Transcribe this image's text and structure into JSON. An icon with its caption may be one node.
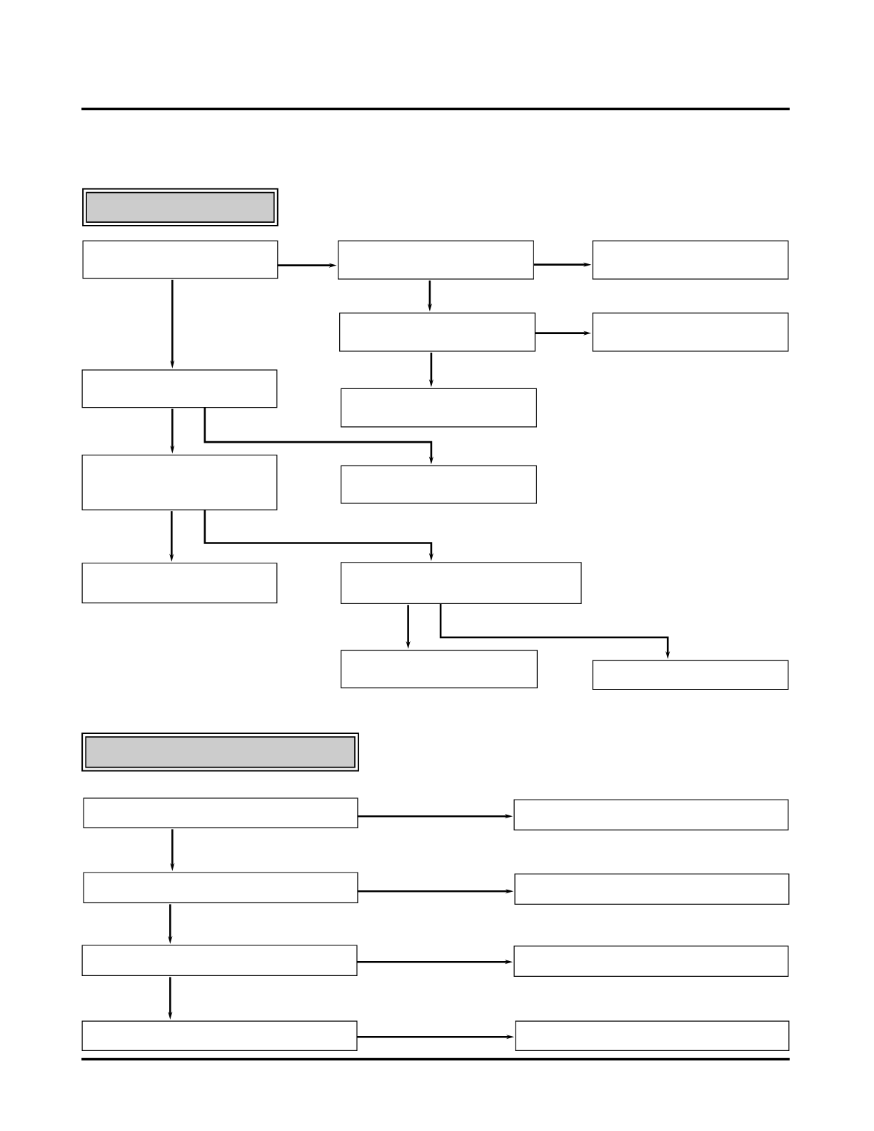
{
  "diagram": {
    "nodes": [
      {
        "text": [],
        "shape": "band"
      },
      {
        "text": [],
        "shape": "box"
      },
      {
        "text": [],
        "shape": "box"
      },
      {
        "text": [],
        "shape": "box"
      },
      {
        "text": [],
        "shape": "box"
      },
      {
        "text": [],
        "shape": "box"
      },
      {
        "text": [],
        "shape": "box"
      },
      {
        "text": [],
        "shape": "box"
      },
      {
        "text": [],
        "shape": "box"
      },
      {
        "text": [],
        "shape": "box"
      },
      {
        "text": [],
        "shape": "box"
      },
      {
        "text": [],
        "shape": "box"
      },
      {
        "text": [],
        "shape": "box"
      },
      {
        "text": [],
        "shape": "box"
      },
      {
        "text": [],
        "shape": "band"
      },
      {
        "text": [],
        "shape": "box"
      },
      {
        "text": [],
        "shape": "box"
      },
      {
        "text": [],
        "shape": "box"
      },
      {
        "text": [],
        "shape": "box"
      },
      {
        "text": [],
        "shape": "box"
      },
      {
        "text": [],
        "shape": "box"
      },
      {
        "text": [],
        "shape": "box"
      },
      {
        "text": [],
        "shape": "box"
      }
    ],
    "edges": [
      {
        "from": 1,
        "to": 2,
        "arrow": "to"
      },
      {
        "from": 2,
        "to": 3,
        "arrow": "to"
      },
      {
        "from": 2,
        "to": 4,
        "arrow": "to"
      },
      {
        "from": 4,
        "to": 5,
        "arrow": "to"
      },
      {
        "from": 4,
        "to": 7,
        "arrow": "to"
      },
      {
        "from": 1,
        "to": 6,
        "arrow": "to"
      },
      {
        "from": 6,
        "to": 8,
        "arrow": "to"
      },
      {
        "from": 6,
        "to": 9,
        "arrow": "to"
      },
      {
        "from": 8,
        "to": 10,
        "arrow": "to"
      },
      {
        "from": 8,
        "to": 11,
        "arrow": "to"
      },
      {
        "from": 11,
        "to": 12,
        "arrow": "to"
      },
      {
        "from": 11,
        "to": 13,
        "arrow": "to"
      },
      {
        "from": 15,
        "to": 16,
        "arrow": "to"
      },
      {
        "from": 15,
        "to": 17,
        "arrow": "to"
      },
      {
        "from": 17,
        "to": 18,
        "arrow": "to"
      },
      {
        "from": 17,
        "to": 19,
        "arrow": "to"
      },
      {
        "from": 19,
        "to": 20,
        "arrow": "to"
      },
      {
        "from": 19,
        "to": 21,
        "arrow": "to"
      },
      {
        "from": 21,
        "to": 22,
        "arrow": "to"
      }
    ]
  }
}
